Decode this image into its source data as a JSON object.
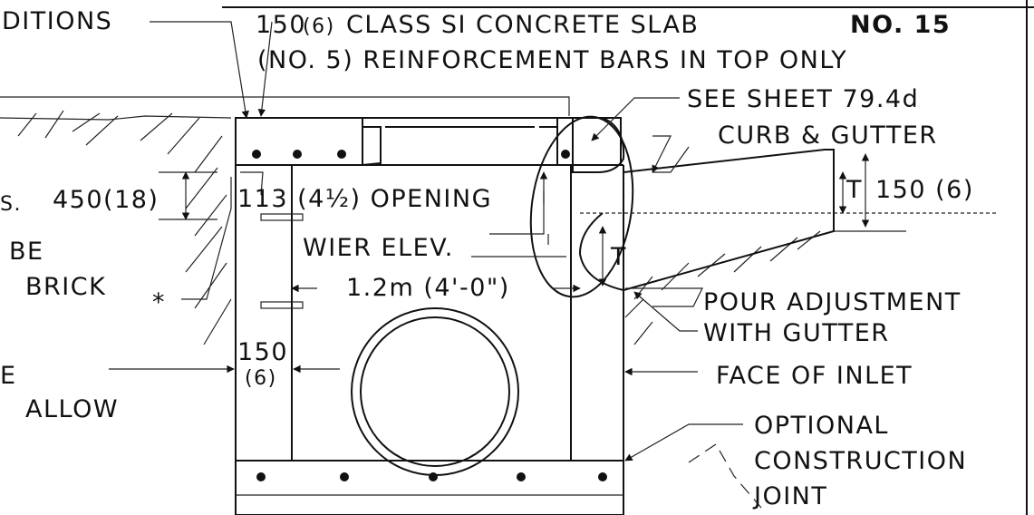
{
  "drawing": {
    "labels": {
      "conditions": "DITIONS",
      "slab_dim": "150",
      "slab_dim_in": "(6)",
      "slab_desc_a": "CLASS SI CONCRETE SLAB",
      "slab_desc_b": "NO. 15",
      "reinforcement": "(NO. 5) REINFORCEMENT BARS IN TOP ONLY",
      "see_sheet": "SEE SHEET 79.4d",
      "curb_gutter": "CURB & GUTTER",
      "depth_450": "450(18)",
      "s_fragment": "S.",
      "opening": "113 (4½) OPENING",
      "curb_150": "150 (6)",
      "be": "BE",
      "brick": "BRICK",
      "asterisk": "*",
      "wier": "WIER ELEV.",
      "width": "1.2m (4'-0\")",
      "t_upper": "T",
      "t_lower": "T",
      "pour_adj": "POUR ADJUSTMENT",
      "with_gutter": "WITH GUTTER",
      "wall_150": "150",
      "wall_6": "(6)",
      "e_fragment": "E",
      "allow": "ALLOW",
      "face_inlet": "FACE OF INLET",
      "optional": "OPTIONAL",
      "construction": "CONSTRUCTION",
      "joint": "JOINT"
    }
  }
}
